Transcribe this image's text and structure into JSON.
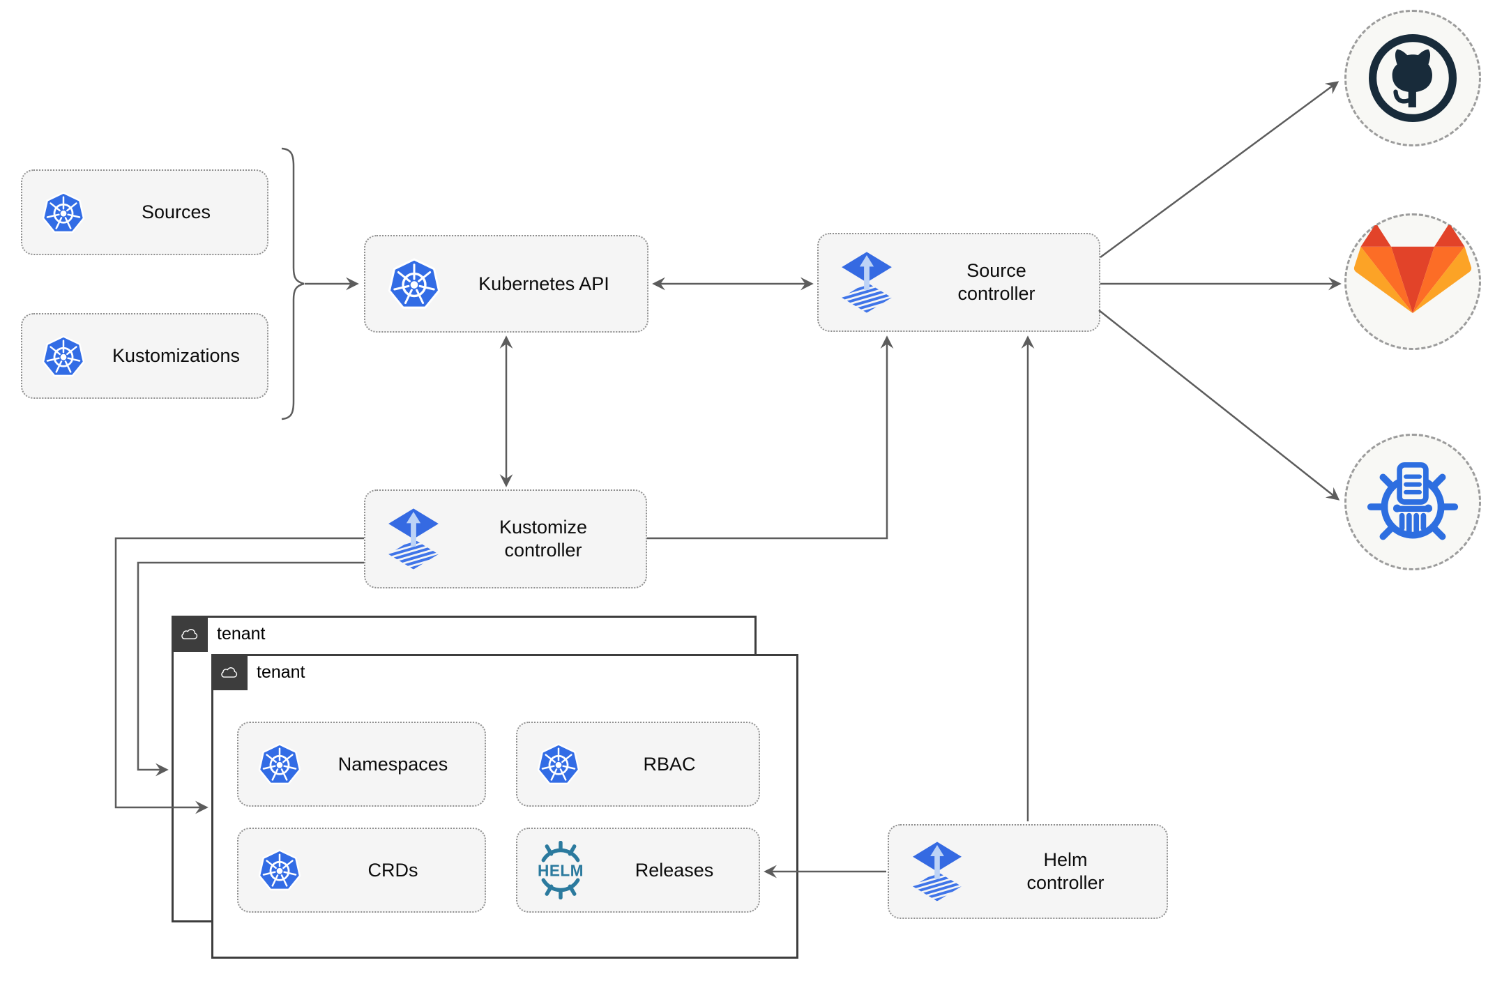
{
  "nodes": {
    "sources": {
      "label": "Sources"
    },
    "kustomizations": {
      "label": "Kustomizations"
    },
    "kubernetes_api": {
      "label": "Kubernetes API"
    },
    "source_controller": {
      "line1": "Source",
      "line2": "controller"
    },
    "kustomize_controller": {
      "line1": "Kustomize",
      "line2": "controller"
    },
    "helm_controller": {
      "line1": "Helm",
      "line2": "controller"
    },
    "namespaces": {
      "label": "Namespaces"
    },
    "rbac": {
      "label": "RBAC"
    },
    "crds": {
      "label": "CRDs"
    },
    "releases": {
      "label": "Releases"
    }
  },
  "tenants": {
    "back": {
      "label": "tenant"
    },
    "front": {
      "label": "tenant"
    }
  },
  "icons": {
    "kubernetes": "kubernetes-logo",
    "flux": "flux-logo",
    "helm": "helm-logo",
    "helm_text": "HELM",
    "github": "github-logo",
    "gitlab": "gitlab-logo",
    "chartmuseum": "chartmuseum-logo",
    "cloud": "cloud-icon"
  },
  "colors": {
    "kubernetes_blue": "#326ce5",
    "flux_blue": "#356ae2",
    "flux_arrow_light": "#bdd3f6",
    "helm_teal": "#2b7a9e",
    "github_navy": "#182b3a",
    "gitlab_dark_orange": "#e24329",
    "gitlab_orange": "#fc6d26",
    "gitlab_light_orange": "#fca326",
    "chartmuseum_blue": "#2d6ee0",
    "connector_gray": "#5c5c5c",
    "node_fill": "#f5f5f5",
    "node_border": "#8f8f8f",
    "tenant_dark": "#3d3d3d",
    "provider_fill": "#f8f8f5",
    "provider_border": "#9c9c9c"
  },
  "edges": [
    {
      "from": "sources+kustomizations",
      "to": "kubernetes-api",
      "style": "arrow-with-brace"
    },
    {
      "from": "kubernetes-api",
      "to": "source-controller",
      "style": "double-arrow"
    },
    {
      "from": "kubernetes-api",
      "to": "kustomize-controller",
      "style": "double-arrow"
    },
    {
      "from": "kustomize-controller",
      "to": "source-controller",
      "style": "arrow"
    },
    {
      "from": "kustomize-controller",
      "to": "tenant-front",
      "style": "arrow"
    },
    {
      "from": "kustomize-controller",
      "to": "tenant-back",
      "style": "arrow"
    },
    {
      "from": "helm-controller",
      "to": "source-controller",
      "style": "arrow"
    },
    {
      "from": "helm-controller",
      "to": "releases",
      "style": "arrow"
    },
    {
      "from": "source-controller",
      "to": "github",
      "style": "arrow"
    },
    {
      "from": "source-controller",
      "to": "gitlab",
      "style": "arrow"
    },
    {
      "from": "source-controller",
      "to": "chartmuseum",
      "style": "arrow"
    }
  ]
}
